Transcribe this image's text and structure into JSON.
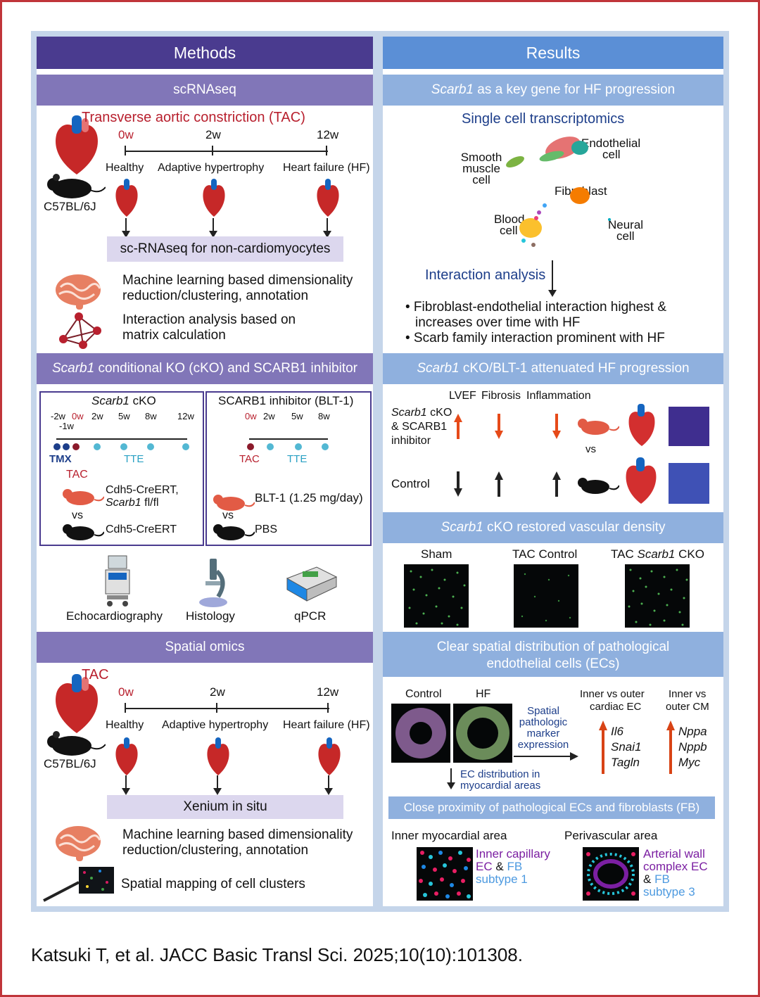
{
  "colors": {
    "frame": "#c0353a",
    "methods_header": "#4a3b8f",
    "methods_sub": "#8176b8",
    "results_header": "#5b8fd6",
    "results_sub": "#8fb0de",
    "accent_red": "#b8202e",
    "accent_blue": "#1d3e8a"
  },
  "methods": {
    "title": "Methods",
    "scrna": {
      "title": "scRNAseq",
      "tac_label": "Transverse aortic constriction (TAC)",
      "timepoints": [
        "0w",
        "2w",
        "12w"
      ],
      "stages": [
        "Healthy",
        "Adaptive hypertrophy",
        "Heart failure (HF)"
      ],
      "mouse_label": "C57BL/6J",
      "band": "sc-RNAseq for non-cardiomyocytes",
      "ml_text_1": "Machine learning based dimensionality",
      "ml_text_2": "reduction/clustering, annotation",
      "ia_text_1": "Interaction analysis based on",
      "ia_text_2": "matrix calculation"
    },
    "cko": {
      "title_gene": "Scarb1",
      "title_rest": "conditional KO (cKO) and SCARB1 inhibitor",
      "box1_title_gene": "Scarb1",
      "box1_title_rest": "cKO",
      "box1_times": [
        "-2w",
        "-1w",
        "0w",
        "2w",
        "5w",
        "8w",
        "12w"
      ],
      "tmx": "TMX",
      "tte": "TTE",
      "tac": "TAC",
      "geno1_a": "Cdh5-CreERT,",
      "geno1_b_gene": "Scarb1",
      "geno1_b_rest": "fl/fl",
      "vs": "vs",
      "geno2": "Cdh5-CreERT",
      "box2_title": "SCARB1 inhibitor (BLT-1)",
      "box2_times": [
        "0w",
        "2w",
        "5w",
        "8w"
      ],
      "blt": "BLT-1 (1.25 mg/day)",
      "pbs": "PBS",
      "tools": [
        "Echocardiography",
        "Histology",
        "qPCR"
      ]
    },
    "spatial": {
      "title": "Spatial omics",
      "tac": "TAC",
      "timepoints": [
        "0w",
        "2w",
        "12w"
      ],
      "stages": [
        "Healthy",
        "Adaptive hypertrophy",
        "Heart failure (HF)"
      ],
      "mouse_label": "C57BL/6J",
      "band": "Xenium in situ",
      "ml_text_1": "Machine learning based dimensionality",
      "ml_text_2": "reduction/clustering, annotation",
      "map_text": "Spatial mapping of cell clusters"
    }
  },
  "results": {
    "title": "Results",
    "key_gene": {
      "title_gene": "Scarb1",
      "title_rest": "as a key gene for HF progression",
      "sct": "Single cell transcriptomics",
      "clusters": [
        "Smooth",
        "muscle",
        "cell",
        "Endothelial",
        "cell",
        "Fibroblast",
        "Blood",
        "cell",
        "Neural",
        "cell"
      ],
      "interaction": "Interaction analysis",
      "bullet1a": "• Fibroblast-endothelial interaction highest &",
      "bullet1b": "increases over time with HF",
      "bullet2": "• Scarb family interaction prominent with HF"
    },
    "attenuated": {
      "title_gene": "Scarb1",
      "title_rest": "cKO/BLT-1 attenuated HF progression",
      "cols": [
        "LVEF",
        "Fibrosis",
        "Inflammation"
      ],
      "row1a_gene": "Scarb1",
      "row1a_rest": "cKO",
      "row1b": "& SCARB1",
      "row1c": "inhibitor",
      "vs": "vs",
      "row2": "Control"
    },
    "vascular": {
      "title_gene": "Scarb1",
      "title_rest": "cKO restored vascular density",
      "labels": [
        "Sham",
        "TAC Control",
        "TAC"
      ],
      "label3_gene": "Scarb1",
      "label3_rest": "CKO"
    },
    "spatial": {
      "title_1": "Clear spatial distribution of pathological",
      "title_2": "endothelial cells (ECs)",
      "control": "Control",
      "hf": "HF",
      "spm": [
        "Spatial",
        "pathologic",
        "marker",
        "expression"
      ],
      "ec_dist_1": "EC distribution in",
      "ec_dist_2": "myocardial areas",
      "inner_head": [
        "Inner vs outer",
        "cardiac EC"
      ],
      "outer_head": [
        "Inner vs",
        "outer CM"
      ],
      "genes1": [
        "Il6",
        "Snai1",
        "Tagln"
      ],
      "genes2": [
        "Nppa",
        "Nppb",
        "Myc"
      ],
      "proximity": "Close proximity of pathological ECs and fibroblasts (FB)",
      "inner_area": "Inner myocardial area",
      "peri_area": "Perivascular area",
      "inner_lbl": [
        "Inner capillary",
        "EC",
        "&",
        "FB",
        "subtype 1"
      ],
      "peri_lbl": [
        "Arterial wall",
        "complex EC",
        "&",
        "FB",
        "subtype 3"
      ]
    }
  },
  "citation": "Katsuki T, et al. JACC Basic Transl Sci. 2025;10(10):101308."
}
